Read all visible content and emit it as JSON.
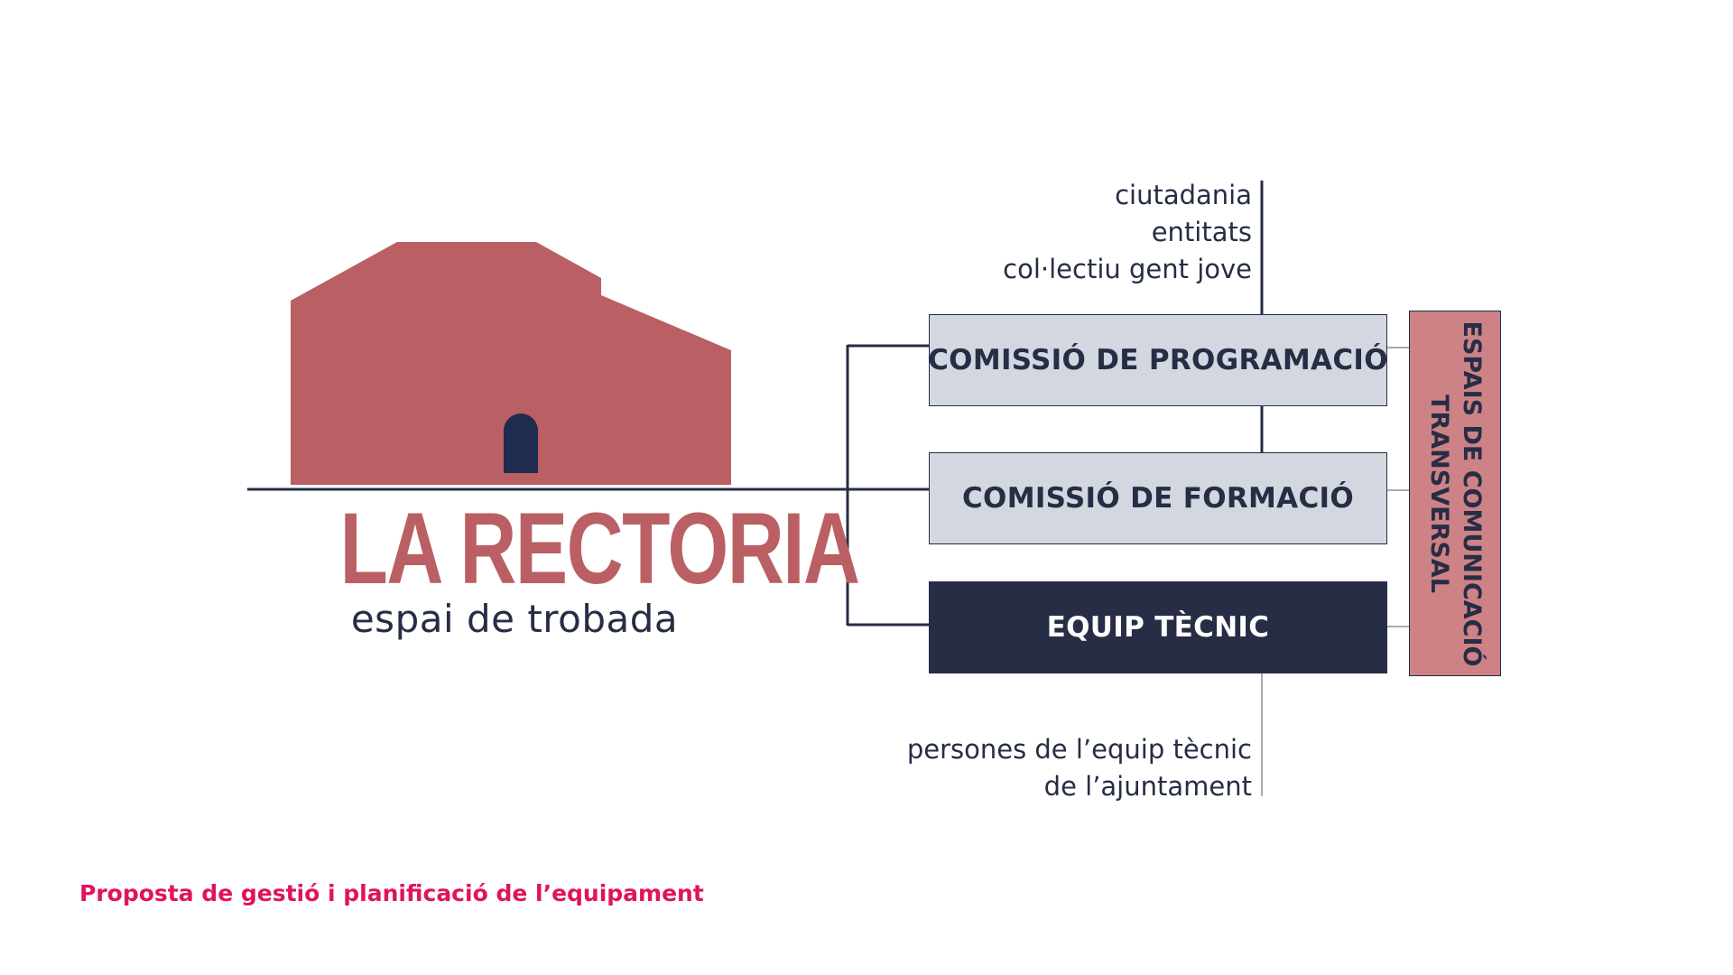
{
  "logo": {
    "title": "LA RECTORIA",
    "subtitle": "espai de trobada",
    "icon": "house-icon",
    "colors": {
      "building": "#ba5f63",
      "door": "#1f2b4f",
      "subtitle": "#262d45"
    }
  },
  "diagram": {
    "top_stakeholders": [
      "ciutadania",
      "entitats",
      "col·lectiu gent jove"
    ],
    "boxes": [
      {
        "label": "COMISSIÓ DE PROGRAMACIÓ",
        "style": "light"
      },
      {
        "label": "COMISSIÓ DE FORMACIÓ",
        "style": "light"
      },
      {
        "label": "EQUIP TÈCNIC",
        "style": "dark"
      }
    ],
    "bottom_stakeholders": [
      "persones de l’equip tècnic",
      "de l’ajuntament"
    ],
    "side_box": {
      "lines": [
        "ESPAIS DE COMUNICACIÓ",
        "TRANSVERSAL"
      ]
    },
    "colors": {
      "navy": "#262d45",
      "light_box": "#d3d7e0",
      "side_box": "#cd8286",
      "connector_gray": "#8c8f99"
    }
  },
  "footer": {
    "text": "Proposta de gestió i planificació de l’equipament",
    "color": "#e0135f"
  }
}
